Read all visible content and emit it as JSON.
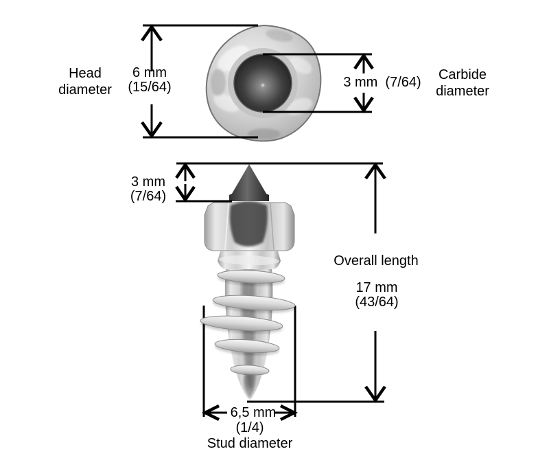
{
  "figure": {
    "background_color": "#ffffff",
    "line_color": "#000000",
    "metal_color": "#d9d9d9",
    "carbide_color": "#333333"
  },
  "top_view": {
    "head_diameter": {
      "label": "Head\ndiameter",
      "value": "6 mm\n(15/64)"
    },
    "carbide_diameter": {
      "value": "3 mm  (7/64)",
      "label": "Carbide\ndiameter"
    }
  },
  "side_view": {
    "tip_height": {
      "value": "3 mm\n(7/64)"
    },
    "overall_length": {
      "label": "Overall length",
      "value": "17 mm\n(43/64)"
    },
    "stud_diameter": {
      "value": "6,5 mm",
      "fraction": "(1/4)",
      "label": "Stud diameter"
    }
  },
  "measurements": [
    {
      "name": "Head diameter",
      "metric": "6 mm",
      "imperial": "15/64"
    },
    {
      "name": "Carbide diameter",
      "metric": "3 mm",
      "imperial": "7/64"
    },
    {
      "name": "Carbide tip height",
      "metric": "3 mm",
      "imperial": "7/64"
    },
    {
      "name": "Overall length",
      "metric": "17 mm",
      "imperial": "43/64"
    },
    {
      "name": "Stud diameter",
      "metric": "6,5 mm",
      "imperial": "1/4"
    }
  ]
}
